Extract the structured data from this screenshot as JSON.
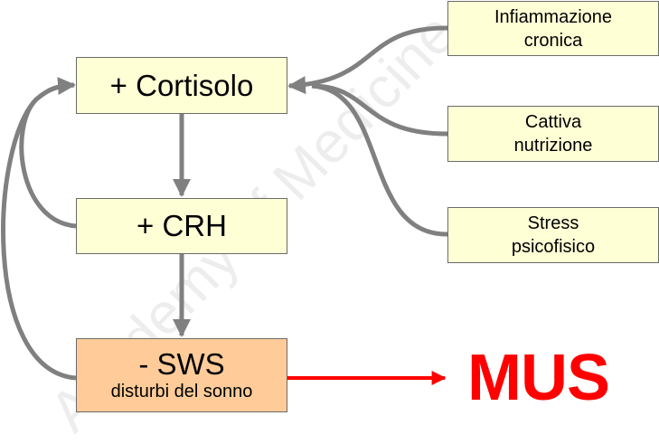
{
  "watermark": "Academy of Medicine",
  "colors": {
    "node_fill": "#ffffd6",
    "highlight_fill": "#ffcc99",
    "border": "#6b6b6b",
    "arrow_gray": "#808080",
    "arrow_red": "#ff0000",
    "outcome_text": "#ff0000"
  },
  "nodes": {
    "cortisolo": {
      "label": "+ Cortisolo"
    },
    "crh": {
      "label": "+ CRH"
    },
    "sws": {
      "label": "- SWS",
      "sublabel": "disturbi del sonno"
    },
    "infiammazione": {
      "line1": "Infiammazione",
      "line2": "cronica"
    },
    "nutrizione": {
      "line1": "Cattiva",
      "line2": "nutrizione"
    },
    "stress": {
      "line1": "Stress",
      "line2": "psicofisico"
    }
  },
  "outcome": {
    "label": "MUS"
  },
  "edges": [
    {
      "from": "cortisolo",
      "to": "crh",
      "color": "gray"
    },
    {
      "from": "crh",
      "to": "sws",
      "color": "gray"
    },
    {
      "from": "crh",
      "to": "cortisolo",
      "color": "gray"
    },
    {
      "from": "sws",
      "to": "cortisolo",
      "color": "gray"
    },
    {
      "from": "infiammazione",
      "to": "cortisolo",
      "color": "gray"
    },
    {
      "from": "nutrizione",
      "to": "cortisolo",
      "color": "gray"
    },
    {
      "from": "stress",
      "to": "cortisolo",
      "color": "gray"
    },
    {
      "from": "sws",
      "to": "outcome",
      "color": "red"
    }
  ]
}
